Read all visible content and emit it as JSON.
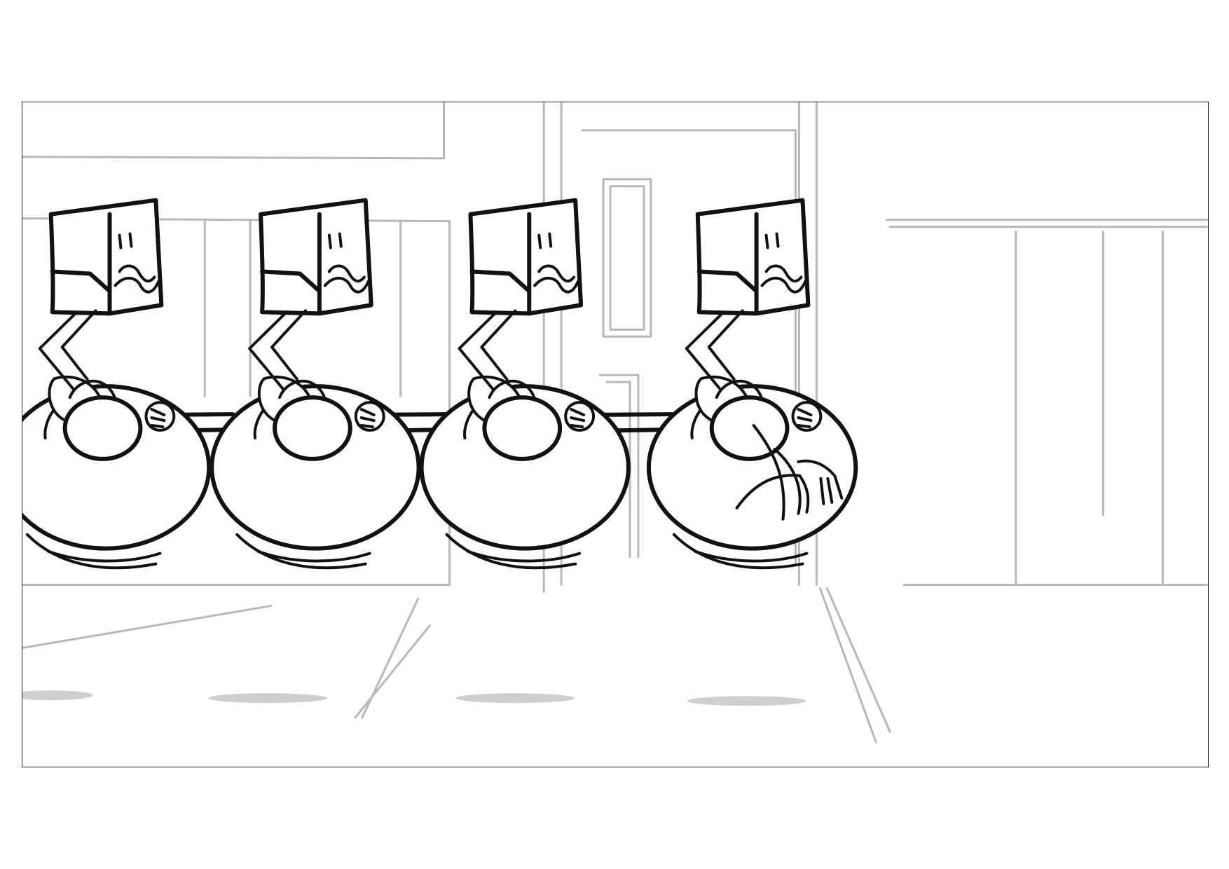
{
  "sheet": {
    "background": "#ffffff",
    "border_color": "#222222"
  },
  "scene": {
    "characters": [
      {
        "id": 1,
        "icon": "box-head-mustache-character"
      },
      {
        "id": 2,
        "icon": "box-head-mustache-character"
      },
      {
        "id": 3,
        "icon": "box-head-mustache-character"
      },
      {
        "id": 4,
        "icon": "box-head-mustache-character"
      }
    ],
    "colors": {
      "ink": "#111111",
      "background_sketch": "#b8b8b8",
      "shadow": "#cfcfcf"
    }
  }
}
